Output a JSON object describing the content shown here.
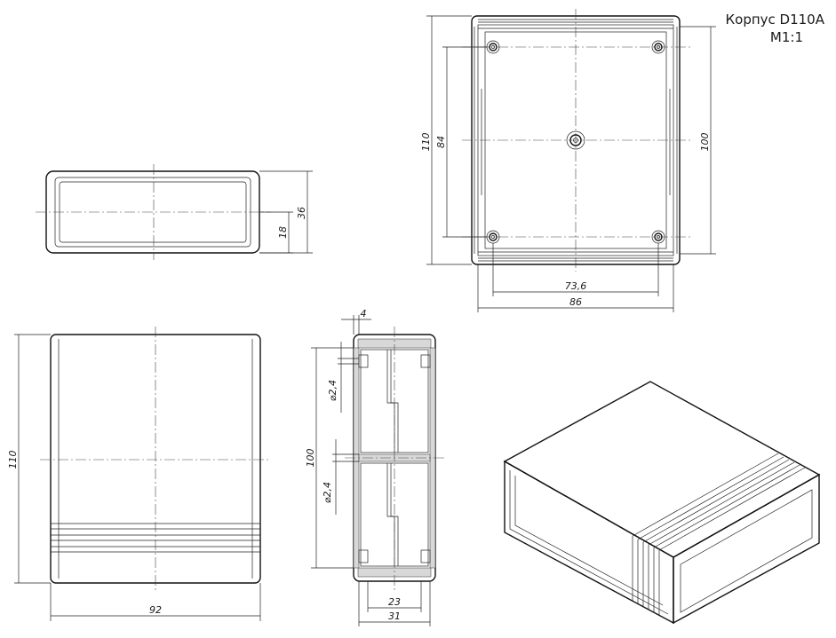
{
  "title": {
    "line1": "Корпус D110A",
    "line2": "M1:1"
  },
  "dimensions": {
    "front_height": "36",
    "front_inner": "18",
    "top_length": "110",
    "top_inner": "84",
    "top_width": "100",
    "top_hole_span": "73,6",
    "top_outer": "86",
    "side_height": "110",
    "side_width": "92",
    "section_wall": "4",
    "section_hole_1": "⌀2,4",
    "section_hole_2": "⌀2,4",
    "section_height": "100",
    "section_inner": "23",
    "section_outer": "31"
  },
  "colors": {
    "line": "#111111",
    "hatch": "#d8d8d8"
  }
}
